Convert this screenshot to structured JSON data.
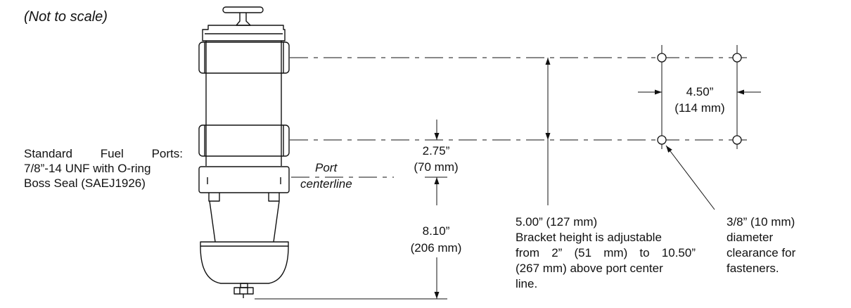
{
  "note": "(Not to scale)",
  "ports_label": {
    "line1": "Standard  Fuel  Ports:",
    "line2": "7/8”-14 UNF with O-ring",
    "line3": "Boss Seal (SAEJ1926)"
  },
  "centerline_label": {
    "line1": "Port",
    "line2": "centerline"
  },
  "dim_275": {
    "value": "2.75”",
    "metric": "(70 mm)"
  },
  "dim_810": {
    "value": "8.10”",
    "metric": "(206 mm)"
  },
  "dim_450": {
    "value": "4.50”",
    "metric": "(114 mm)"
  },
  "bracket_note": {
    "line1": "5.00” (127 mm)",
    "line2": "Bracket height is adjustable",
    "line3": "from  2”  (51  mm)  to  10.50”",
    "line4": "(267 mm) above port center",
    "line5": "line."
  },
  "fastener_note": {
    "line1": "3/8” (10 mm)",
    "line2": "diameter",
    "line3": "clearance for",
    "line4": "fasteners."
  }
}
